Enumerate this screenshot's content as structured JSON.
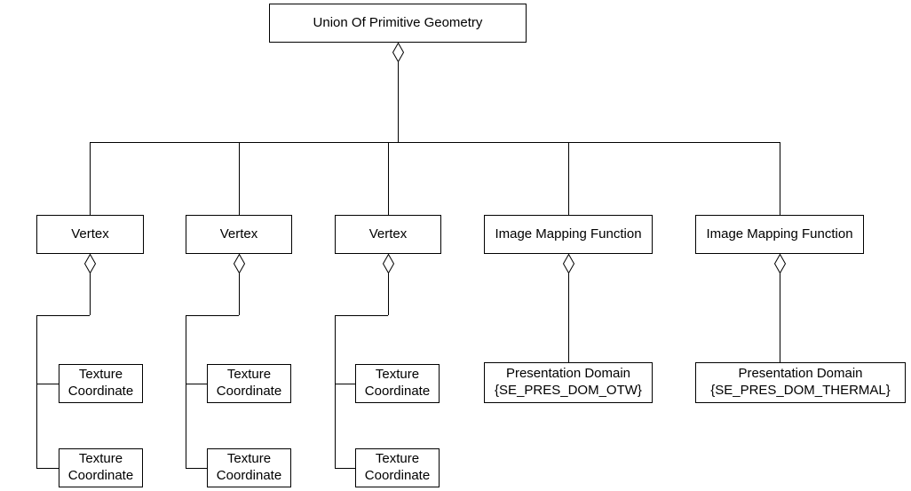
{
  "diagram": {
    "root": {
      "label": "Union Of Primitive Geometry"
    },
    "vertices": [
      {
        "label": "Vertex",
        "children": [
          {
            "label": "Texture Coordinate"
          },
          {
            "label": "Texture Coordinate"
          }
        ]
      },
      {
        "label": "Vertex",
        "children": [
          {
            "label": "Texture Coordinate"
          },
          {
            "label": "Texture Coordinate"
          }
        ]
      },
      {
        "label": "Vertex",
        "children": [
          {
            "label": "Texture Coordinate"
          },
          {
            "label": "Texture Coordinate"
          }
        ]
      }
    ],
    "image_mappings": [
      {
        "label": "Image Mapping Function",
        "domain": {
          "name": "Presentation Domain",
          "constraint": "{SE_PRES_DOM_OTW}"
        }
      },
      {
        "label": "Image Mapping Function",
        "domain": {
          "name": "Presentation Domain",
          "constraint": "{SE_PRES_DOM_THERMAL}"
        }
      }
    ],
    "colors": {
      "line": "#000000",
      "box_border": "#000000",
      "background": "#ffffff"
    }
  }
}
